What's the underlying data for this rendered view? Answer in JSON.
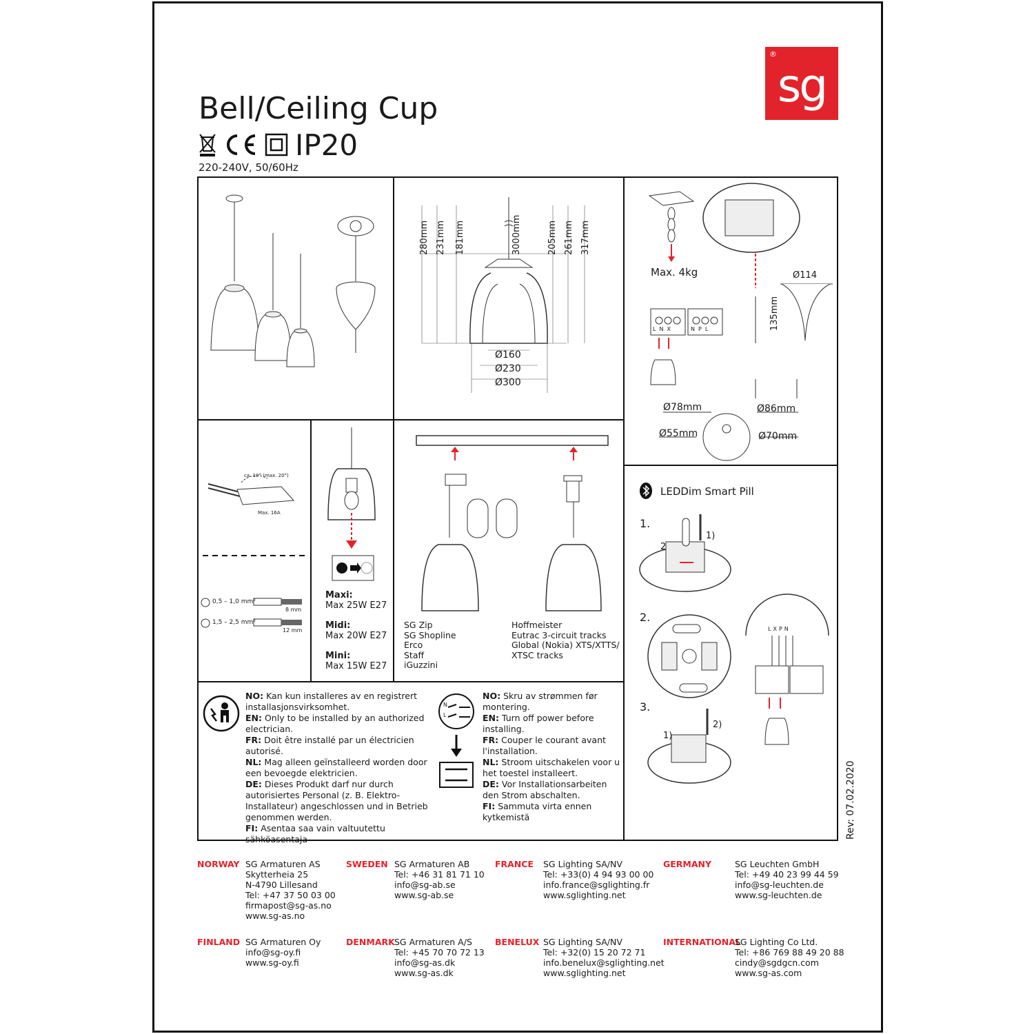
{
  "header": {
    "title": "Bell/Ceiling Cup",
    "ip_rating": "IP20",
    "voltage": "220-240V, 50/60Hz",
    "logo_text": "sg",
    "logo_reg": "®"
  },
  "dimensions": {
    "heights_left": [
      "280mm",
      "231mm",
      "181mm"
    ],
    "cable": "3000mm",
    "heights_right": [
      "205mm",
      "261mm",
      "317mm"
    ],
    "diameters": [
      "Ø160",
      "Ø230",
      "Ø300"
    ]
  },
  "install": {
    "max_weight": "Max. 4kg",
    "cup_diameter": "Ø114",
    "cup_height": "135mm",
    "hole_78": "Ø78mm",
    "hole_86": "Ø86mm",
    "hole_55": "Ø55mm",
    "hole_70": "Ø70mm",
    "terminal_left": [
      "L",
      "N",
      "X"
    ],
    "terminal_right": [
      "N",
      "P",
      "L"
    ]
  },
  "wiring": {
    "angle": "ca. 10° (max. 20°)",
    "max_current": "Max. 16A",
    "wire_small": "0,5 – 1,0 mm²",
    "strip_small": "8 mm",
    "wire_large": "1,5 – 2,5 mm²",
    "strip_large": "12 mm"
  },
  "bulbs": [
    {
      "label": "Maxi:",
      "value": "Max 25W E27"
    },
    {
      "label": "Midi:",
      "value": "Max 20W E27"
    },
    {
      "label": "Mini:",
      "value": "Max 15W E27"
    }
  ],
  "tracks": {
    "left": [
      "SG Zip",
      "SG Shopline",
      "Erco",
      "Staff",
      "iGuzzini"
    ],
    "right": [
      "Hoffmeister",
      "Eutrac 3-circuit tracks",
      "Global (Nokia) XTS/XTTS/",
      "XTSC tracks"
    ]
  },
  "smart_pill": {
    "title": "LEDDim Smart Pill",
    "steps": [
      "1.",
      "2.",
      "3."
    ],
    "step1_tags": [
      "1)",
      "2)"
    ],
    "step3_tags": [
      "1)",
      "2)"
    ],
    "connector_top": [
      "L",
      "X",
      "P",
      "N"
    ]
  },
  "warnings_left": [
    {
      "lang": "NO:",
      "text": "Kan kun installeres av en registrert installasjonsvirksomhet."
    },
    {
      "lang": "EN:",
      "text": " Only to be installed by an authorized electrician."
    },
    {
      "lang": "FR:",
      "text": " Doit être installé par un électricien autorisé."
    },
    {
      "lang": "NL:",
      "text": "Mag alleen geïnstalleerd worden door een bevoegde elektricien."
    },
    {
      "lang": "DE:",
      "text": "Dieses Produkt darf nur durch autorisiertes Personal (z. B. Elektro-Installateur) angeschlossen und in Betrieb genommen werden."
    },
    {
      "lang": "FI:",
      "text": "Asentaa saa vain valtuutettu sähköasentaja"
    }
  ],
  "warnings_right": [
    {
      "lang": "NO:",
      "text": "Skru av strømmen før montering."
    },
    {
      "lang": "EN:",
      "text": "Turn off power before installing."
    },
    {
      "lang": "FR:",
      "text": "Couper le courant avant l'installation."
    },
    {
      "lang": "NL:",
      "text": "Stroom uitschakelen voor u het toestel installeert."
    },
    {
      "lang": "DE:",
      "text": "Vor Installationsarbeiten den Strom abschalten."
    },
    {
      "lang": "FI:",
      "text": "Sammuta virta ennen kytkemistä"
    }
  ],
  "switch_labels": [
    "N",
    "L"
  ],
  "revision": "Rev: 07.02.2020",
  "contacts": [
    {
      "country": "NORWAY",
      "lines": [
        "SG Armaturen AS",
        "Skytterheia 25",
        "N-4790 Lillesand",
        "Tel: +47 37 50 03 00",
        "firmapost@sg-as.no",
        "www.sg-as.no"
      ]
    },
    {
      "country": "SWEDEN",
      "lines": [
        "SG Armaturen AB",
        "Tel: +46 31 81 71 10",
        "info@sg-ab.se",
        "www.sg-ab.se"
      ]
    },
    {
      "country": "FRANCE",
      "lines": [
        "SG Lighting SA/NV",
        "Tel: +33(0) 4 94 93 00 00",
        "info.france@sglighting.fr",
        "www.sglighting.net"
      ]
    },
    {
      "country": "GERMANY",
      "lines": [
        "SG Leuchten GmbH",
        "Tel: +49 40 23 99 44 59",
        "info@sg-leuchten.de",
        "www.sg-leuchten.de"
      ]
    },
    {
      "country": "FINLAND",
      "lines": [
        "SG Armaturen Oy",
        "info@sg-oy.fi",
        "www.sg-oy.fi"
      ]
    },
    {
      "country": "DENMARK",
      "lines": [
        "SG Armaturen A/S",
        "Tel: +45 70 70 72 13",
        "info@sg-as.dk",
        "www.sg-as.dk"
      ]
    },
    {
      "country": "BENELUX",
      "lines": [
        "SG Lighting SA/NV",
        "Tel: +32(0) 15 20 72 71",
        "info.benelux@sglighting.net",
        "www.sglighting.net"
      ]
    },
    {
      "country": "INTERNATIONAL",
      "lines": [
        "SG Lighting Co Ltd.",
        "Tel: +86 769 88 49 20 88",
        "cindy@sgdgcn.com",
        "www.sg-as.com"
      ]
    }
  ]
}
